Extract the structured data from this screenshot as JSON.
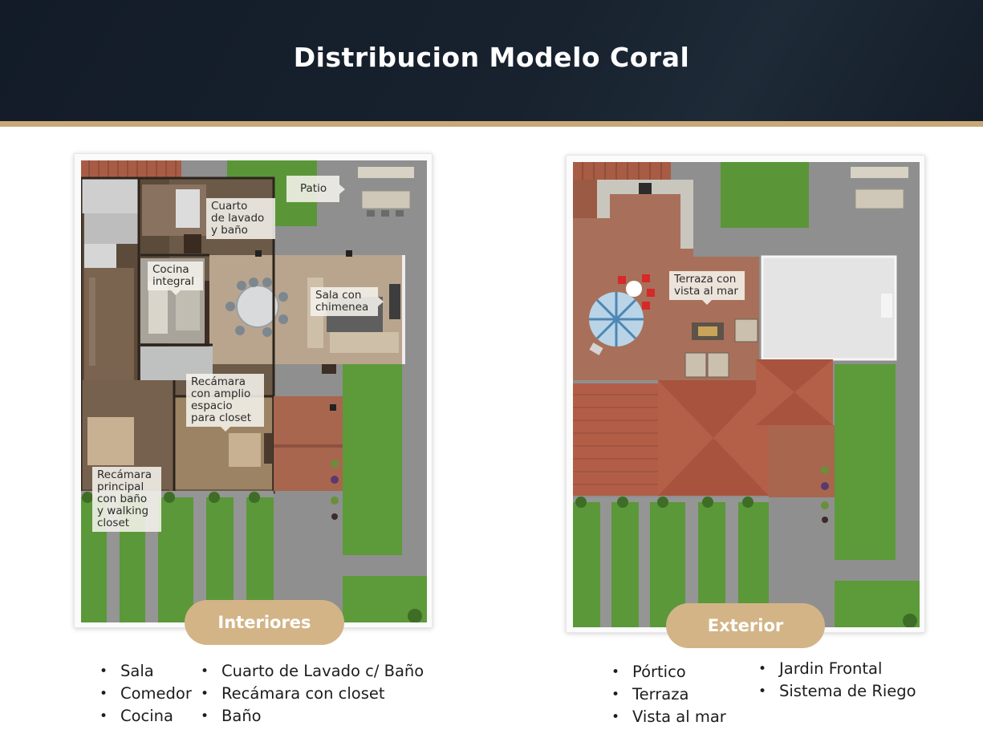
{
  "header": {
    "title": "Distribucion Modelo Coral"
  },
  "interiors": {
    "badge": "Interiores",
    "labels": {
      "patio": "Patio",
      "laundry": "Cuarto\nde lavado\ny baño",
      "kitchen": "Cocina\nintegral",
      "living": "Sala con\nchimenea",
      "bedroom_closet": "Recámara\ncon amplio\nespacio\npara closet",
      "master_bedroom": "Recámara\nprincipal\ncon baño\ny walking\ncloset"
    },
    "features_col1": [
      "Sala",
      "Comedor",
      "Cocina"
    ],
    "features_col2": [
      "Cuarto de Lavado c/ Baño",
      "Recámara con closet",
      "Baño"
    ]
  },
  "exterior": {
    "badge": "Exterior",
    "labels": {
      "terrace": "Terraza con\nvista al mar"
    },
    "features_col1": [
      "Pórtico",
      "Terraza",
      "Vista al mar"
    ],
    "features_col2": [
      "Jardin Frontal",
      "Sistema de Riego"
    ]
  },
  "colors": {
    "header_bg": "#141d28",
    "gold_accent": "#c9a878",
    "badge_bg": "#d3b487",
    "grass": "#5d9a3a",
    "roof_tile": "#b55e48",
    "terrace_floor": "#a8705a"
  }
}
